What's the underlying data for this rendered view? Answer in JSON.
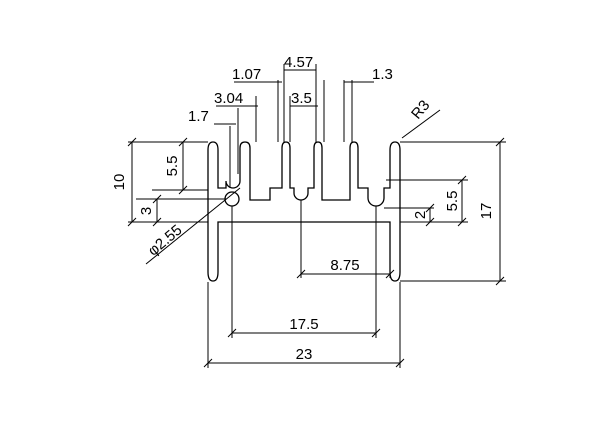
{
  "colors": {
    "background": "#ffffff",
    "profile_fill": "#d8d8d8",
    "line": "#000000"
  },
  "dimensions": {
    "fin_gap_1_7": "1.7",
    "fin_3_04": "3.04",
    "fin_1_07": "1.07",
    "fin_4_57": "4.57",
    "fin_3_5": "3.5",
    "fin_1_3": "1.3",
    "radius_r3": "R3",
    "height_10": "10",
    "height_5_5_left": "5.5",
    "height_3": "3",
    "diameter_2_55": "φ2.55",
    "height_17": "17",
    "height_5_5_right": "5.5",
    "height_2": "2",
    "width_8_75": "8.75",
    "width_17_5": "17.5",
    "width_23": "23"
  }
}
